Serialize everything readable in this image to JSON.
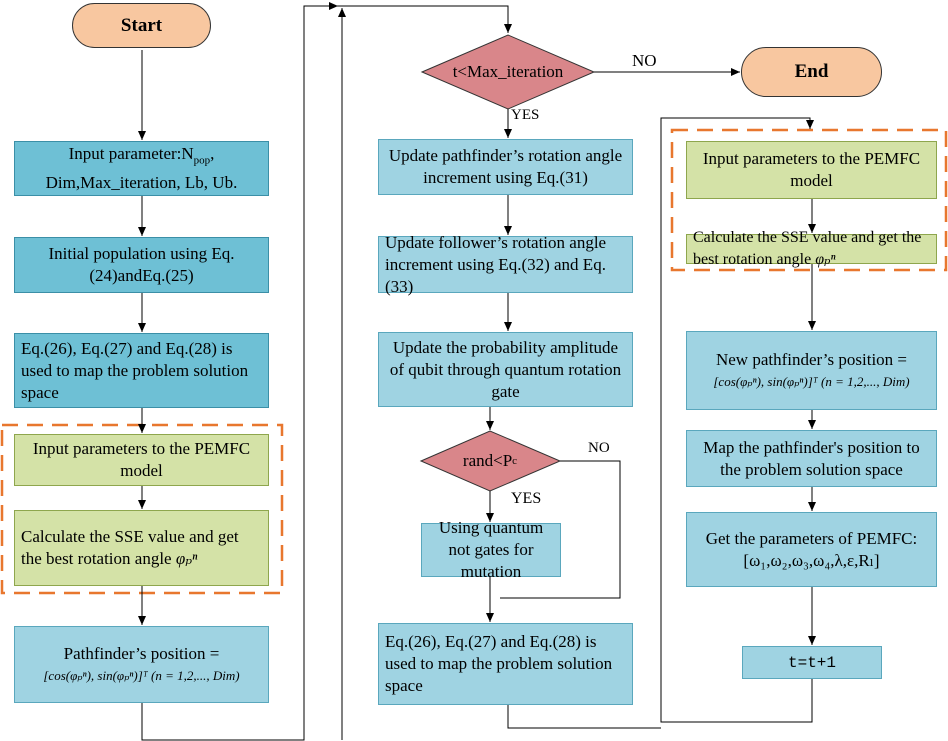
{
  "nodes": {
    "start": "Start",
    "input_param_line1": "Input parameter:N",
    "input_param_sub": "pop",
    "input_param_tail": ",",
    "input_param_line2": "Dim,Max_iteration,  Lb, Ub.",
    "init_pop": "Initial population using Eq.(24)andEq.(25)",
    "map_space_1": "Eq.(26), Eq.(27) and Eq.(28) is used to map the problem solution space",
    "pemfc_input_1": "Input parameters to the PEMFC model",
    "sse_1": "Calculate the SSE value and get the best rotation angle",
    "pathfinder_pos_label": "Pathfinder’s position =",
    "pos_formula": "[cos(φₚⁿ), sin(φₚⁿ)]ᵀ (n = 1,2,..., Dim)",
    "angle_symbol": "φₚⁿ",
    "decision_iter": "t<Max_iteration",
    "update_pathfinder": "Update pathfinder’s rotation angle increment using Eq.(31)",
    "update_follower": "Update follower’s rotation angle increment using Eq.(32) and Eq.(33)",
    "update_prob": "Update the probability amplitude of qubit through quantum rotation gate",
    "decision_rand_main": "rand<P",
    "decision_rand_sub": "c",
    "mutation": "Using quantum not gates for mutation",
    "map_space_2": "Eq.(26), Eq.(27) and Eq.(28) is used to map the problem solution space",
    "end": "End",
    "pemfc_input_2": "Input parameters to the PEMFC model",
    "sse_2": "Calculate the SSE value and get the best rotation angle",
    "new_pathfinder_label": "New pathfinder’s position =",
    "map_pathfinder": "Map the pathfinder's position to the problem solution space",
    "get_params_line1": "Get the parameters of PEMFC:",
    "get_params_line2": "[ω₁,ω₂,ω₃,ω₄,λ,ε,Rₗ]",
    "increment": "t=t+1"
  },
  "edge_labels": {
    "iter_no": "NO",
    "iter_yes": "YES",
    "rand_no": "NO",
    "rand_yes": "YES"
  },
  "colors": {
    "terminal": "#f8c7a0",
    "decision": "#d9868a",
    "process_dark": "#6ec0d5",
    "process_light": "#9fd3e2",
    "pemfc": "#d4e2a7",
    "dashed_group": "#e8772e"
  }
}
